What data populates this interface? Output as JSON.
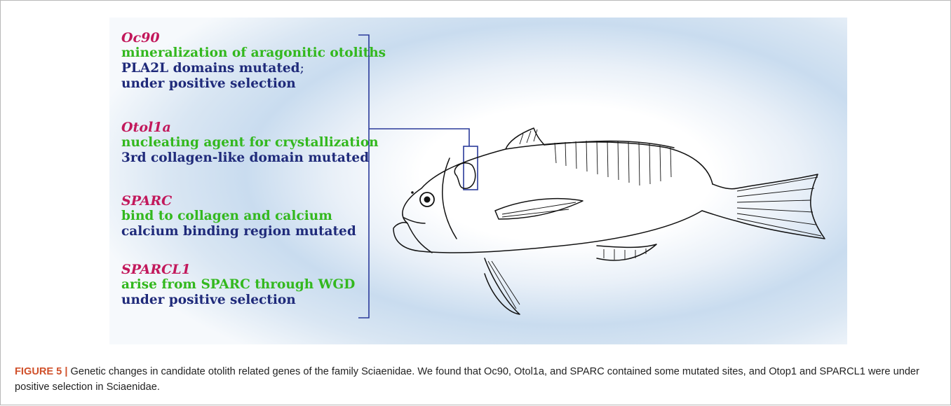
{
  "genes": [
    {
      "name": "Oc90",
      "lines": [
        {
          "text": "mineralization of aragonitic otoliths",
          "color": "green"
        },
        {
          "text": "PLA2L domains mutated",
          "suffix": ";",
          "color": "navy"
        },
        {
          "text": "under positive selection",
          "color": "navy"
        }
      ]
    },
    {
      "name": "Otol1a",
      "lines": [
        {
          "text": "nucleating agent for crystallization",
          "color": "green"
        },
        {
          "text": "3rd collagen-like domain mutated",
          "color": "navy"
        }
      ]
    },
    {
      "name": "SPARC",
      "lines": [
        {
          "text": "bind to collagen and calcium",
          "color": "green"
        },
        {
          "text": "calcium binding region mutated",
          "color": "navy"
        }
      ]
    },
    {
      "name": "SPARCL1",
      "lines": [
        {
          "text": "arise from SPARC through WGD",
          "color": "green"
        },
        {
          "text": "under positive selection",
          "color": "navy"
        }
      ]
    }
  ],
  "caption": {
    "label": "FIGURE 5 |",
    "text": "Genetic changes in candidate otolith related genes of the family Sciaenidae. We found that Oc90, Otol1a, and SPARC contained some mutated sites, and Otop1 and SPARCL1 were under positive selection in Sciaenidae."
  },
  "colors": {
    "gene_name": "#c2185b",
    "function_text": "#33b81e",
    "mutation_text": "#1f2a7a",
    "bracket": "#2a3a9a",
    "caption_label": "#d0502a"
  }
}
